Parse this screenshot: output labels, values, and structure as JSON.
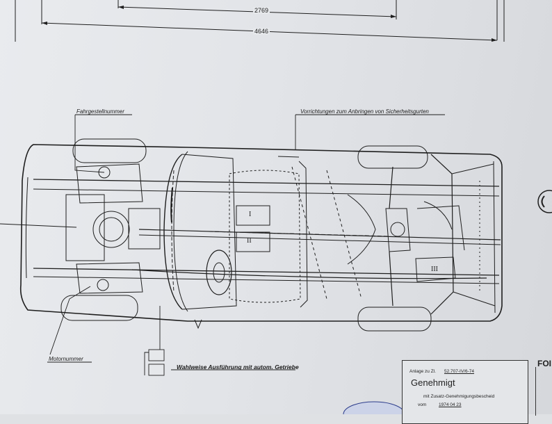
{
  "dimensions": {
    "wheelbase": "2769",
    "overall_length": "4646"
  },
  "labels": {
    "chassis_number": "Fahrgestellnummer",
    "seatbelt_mounts": "Vorrichtungen zum Anbringen von Sicherheitsgurten",
    "engine_number": "Motornummer",
    "auto_transmission": "Wahlweise Ausführung mit autom. Getriebe"
  },
  "roman_marks": [
    "I",
    "II",
    "III"
  ],
  "stamp": {
    "annex": "Anlage zu Zl.",
    "ref": "52.707-IV/6-74",
    "approved": "Genehmigt",
    "with_line": "mit Zusatz-Genehmigungsbescheid",
    "date_prefix": "vom",
    "date": "1974 04 23"
  },
  "corner_text": "FOI"
}
